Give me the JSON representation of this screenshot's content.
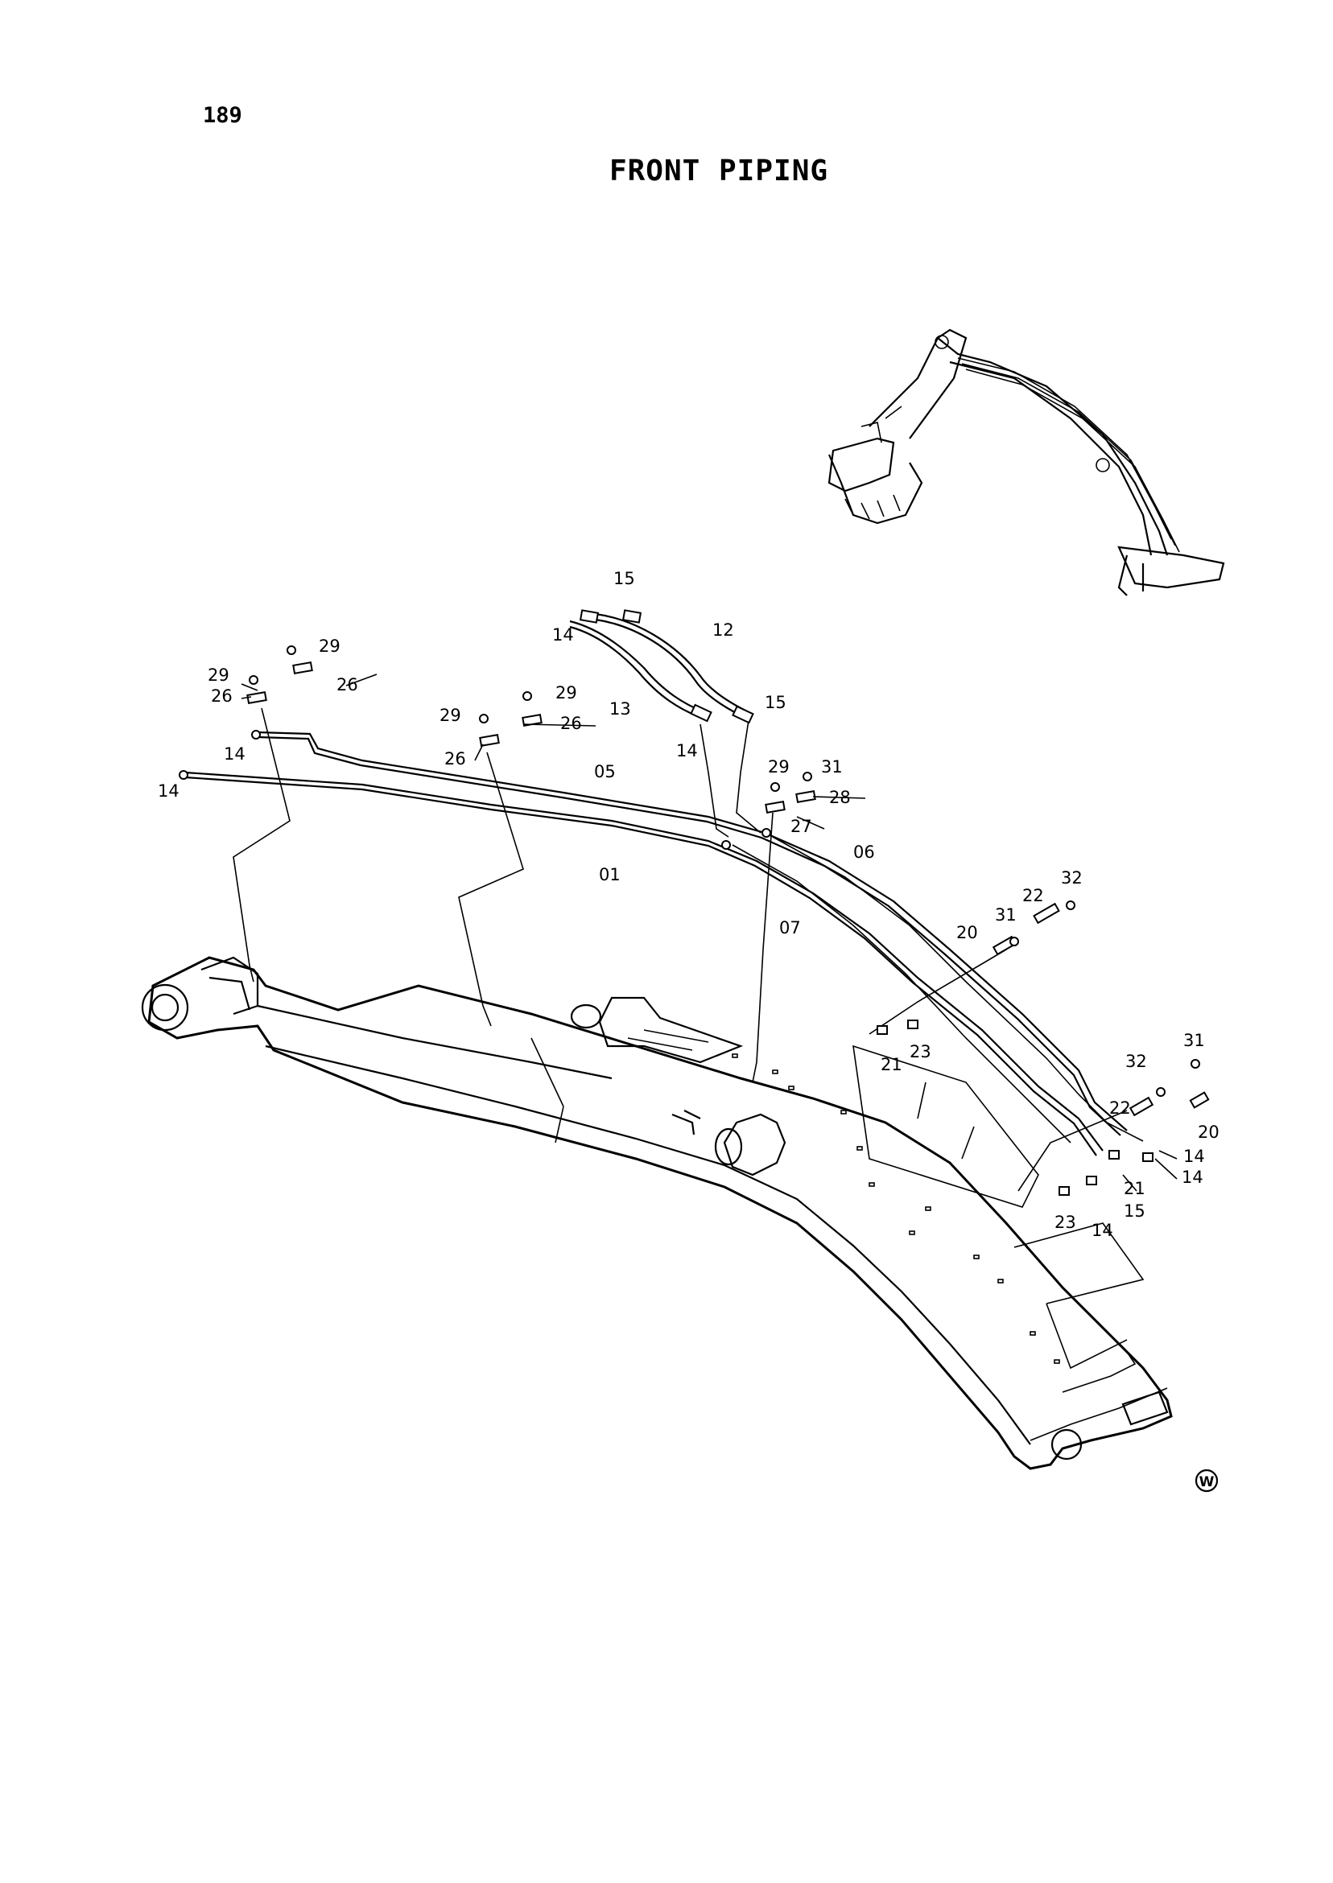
{
  "page_number": "189",
  "title": "FRONT PIPING",
  "corner_mark": "W",
  "part_labels": [
    {
      "id": "p15a",
      "text": "15"
    },
    {
      "id": "p14a",
      "text": "14"
    },
    {
      "id": "p12",
      "text": "12"
    },
    {
      "id": "p29a",
      "text": "29"
    },
    {
      "id": "p29b",
      "text": "29"
    },
    {
      "id": "p26a",
      "text": "26"
    },
    {
      "id": "p26b",
      "text": "26"
    },
    {
      "id": "p13",
      "text": "13"
    },
    {
      "id": "p15b",
      "text": "15"
    },
    {
      "id": "p29c",
      "text": "29"
    },
    {
      "id": "p29d",
      "text": "29"
    },
    {
      "id": "p26c",
      "text": "26"
    },
    {
      "id": "p26d",
      "text": "26"
    },
    {
      "id": "p14b",
      "text": "14"
    },
    {
      "id": "p14c",
      "text": "14"
    },
    {
      "id": "p14d",
      "text": "14"
    },
    {
      "id": "p05",
      "text": "05"
    },
    {
      "id": "p29e",
      "text": "29"
    },
    {
      "id": "p31a",
      "text": "31"
    },
    {
      "id": "p28",
      "text": "28"
    },
    {
      "id": "p27",
      "text": "27"
    },
    {
      "id": "p06",
      "text": "06"
    },
    {
      "id": "p01",
      "text": "01"
    },
    {
      "id": "p07",
      "text": "07"
    },
    {
      "id": "p22a",
      "text": "22"
    },
    {
      "id": "p32a",
      "text": "32"
    },
    {
      "id": "p31b",
      "text": "31"
    },
    {
      "id": "p20a",
      "text": "20"
    },
    {
      "id": "p21a",
      "text": "21"
    },
    {
      "id": "p23a",
      "text": "23"
    },
    {
      "id": "p31c",
      "text": "31"
    },
    {
      "id": "p32b",
      "text": "32"
    },
    {
      "id": "p22b",
      "text": "22"
    },
    {
      "id": "p20b",
      "text": "20"
    },
    {
      "id": "p14e",
      "text": "14"
    },
    {
      "id": "p14f",
      "text": "14"
    },
    {
      "id": "p21b",
      "text": "21"
    },
    {
      "id": "p15c",
      "text": "15"
    },
    {
      "id": "p23b",
      "text": "23"
    },
    {
      "id": "p14g",
      "text": "14"
    }
  ]
}
